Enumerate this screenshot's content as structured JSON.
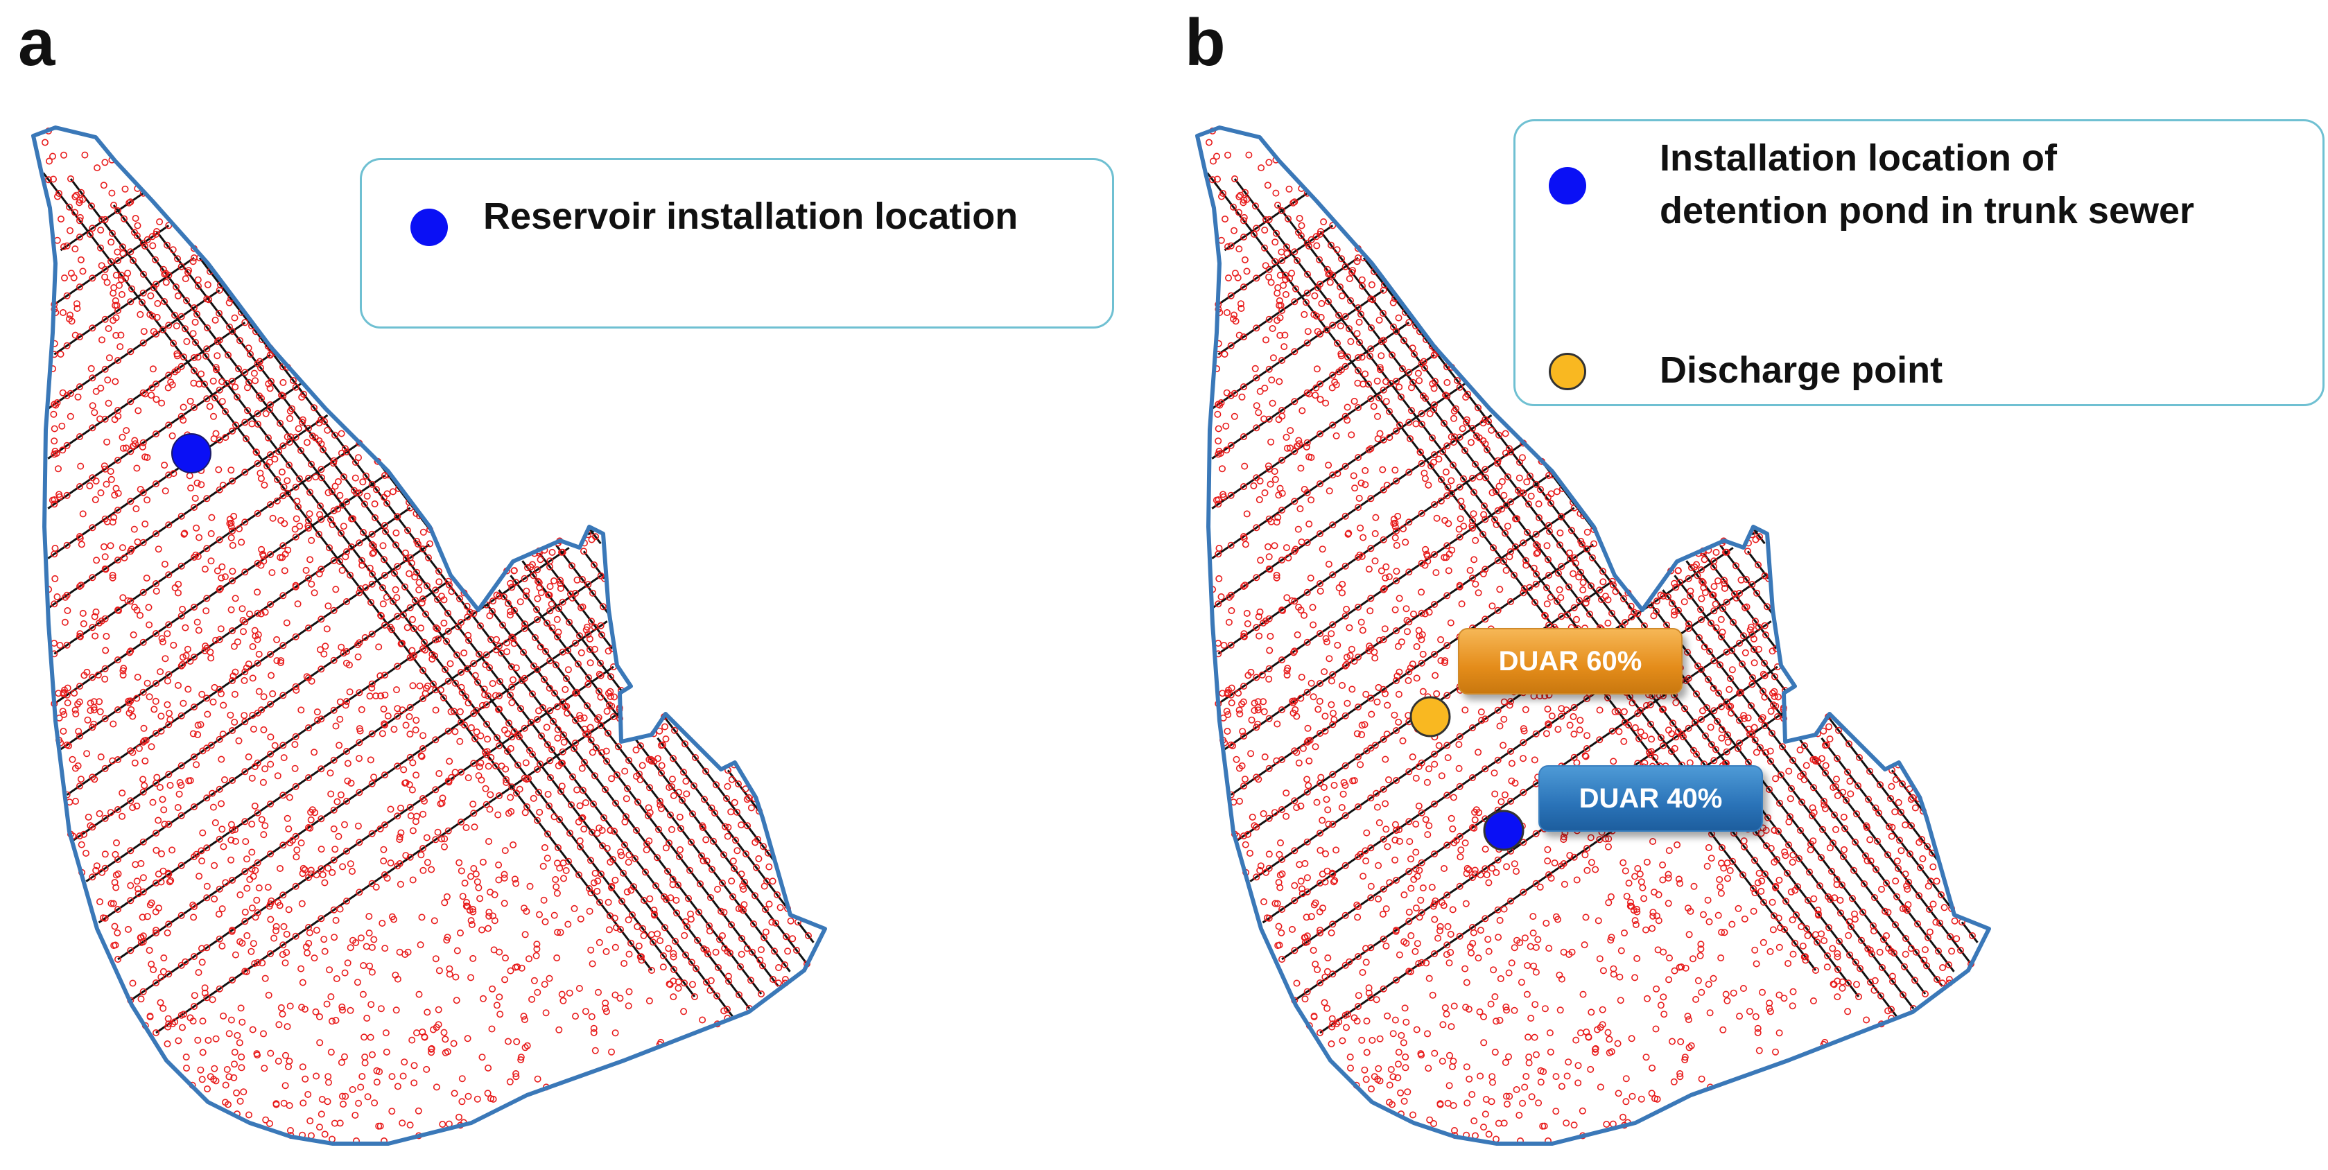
{
  "panels": [
    {
      "id": "a",
      "letter": "a",
      "legend": [
        {
          "label": "Reservoir installation location",
          "marker_color": "#0a10f5"
        }
      ],
      "markers": [
        {
          "kind": "reservoir",
          "color": "#0a10f5"
        }
      ],
      "callouts": []
    },
    {
      "id": "b",
      "letter": "b",
      "legend": [
        {
          "label_line1": "Installation location of",
          "label_line2": "detention pond in trunk sewer",
          "marker_color": "#0a10f5"
        },
        {
          "label": "Discharge point",
          "marker_color": "#f9b821"
        }
      ],
      "markers": [
        {
          "kind": "discharge-point",
          "color": "#f9b821"
        },
        {
          "kind": "detention-pond",
          "color": "#0a10f5"
        }
      ],
      "callouts": [
        {
          "label": "DUAR 60%",
          "color": "#e48c1a"
        },
        {
          "label": "DUAR 40%",
          "color": "#2a73b8"
        }
      ]
    }
  ],
  "colors": {
    "boundary": "#3a78b8",
    "node": "#e81c1c",
    "pipe": "#111111"
  }
}
